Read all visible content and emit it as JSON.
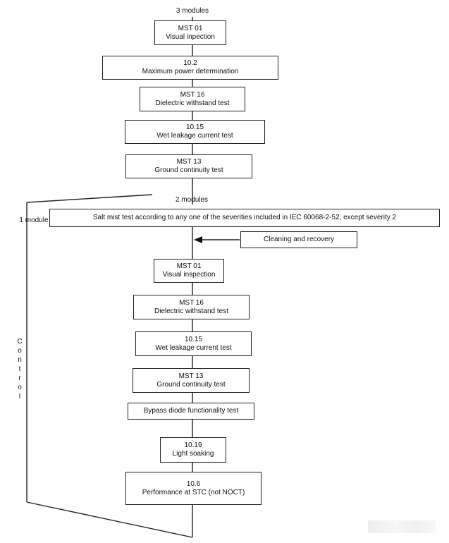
{
  "header": {
    "top_label": "3 modules",
    "mid_label": "2 modules",
    "side_label": "1 module"
  },
  "first_sequence": [
    {
      "line1": "MST 01",
      "line2": "Visual inpection"
    },
    {
      "line1": "10.2",
      "line2": "Maximum power determination"
    },
    {
      "line1": "MST 16",
      "line2": "Dielectric withstand test"
    },
    {
      "line1": "10.15",
      "line2": "Wet leakage current test"
    },
    {
      "line1": "MST 13",
      "line2": "Ground continuity test"
    }
  ],
  "salt_mist": "Salt mist test according to any one of the severities included in IEC 60068-2-52, except  severity 2",
  "cleaning": "Cleaning and recovery",
  "second_sequence": [
    {
      "line1": "MST 01",
      "line2": "Visual inspection"
    },
    {
      "line1": "MST 16",
      "line2": "Dielectric withstand test"
    },
    {
      "line1": "10.15",
      "line2": "Wet leakage current test"
    },
    {
      "line1": "MST 13",
      "line2": "Ground continuity test"
    },
    {
      "line1": "Bypass diode functionality test"
    },
    {
      "line1": "10.19",
      "line2": "Light soaking"
    },
    {
      "line1": "10.6",
      "line2": "Performance at STC (not NOCT)"
    }
  ],
  "control_letters": [
    "C",
    "o",
    "n",
    "t",
    "r",
    "o",
    "l"
  ]
}
